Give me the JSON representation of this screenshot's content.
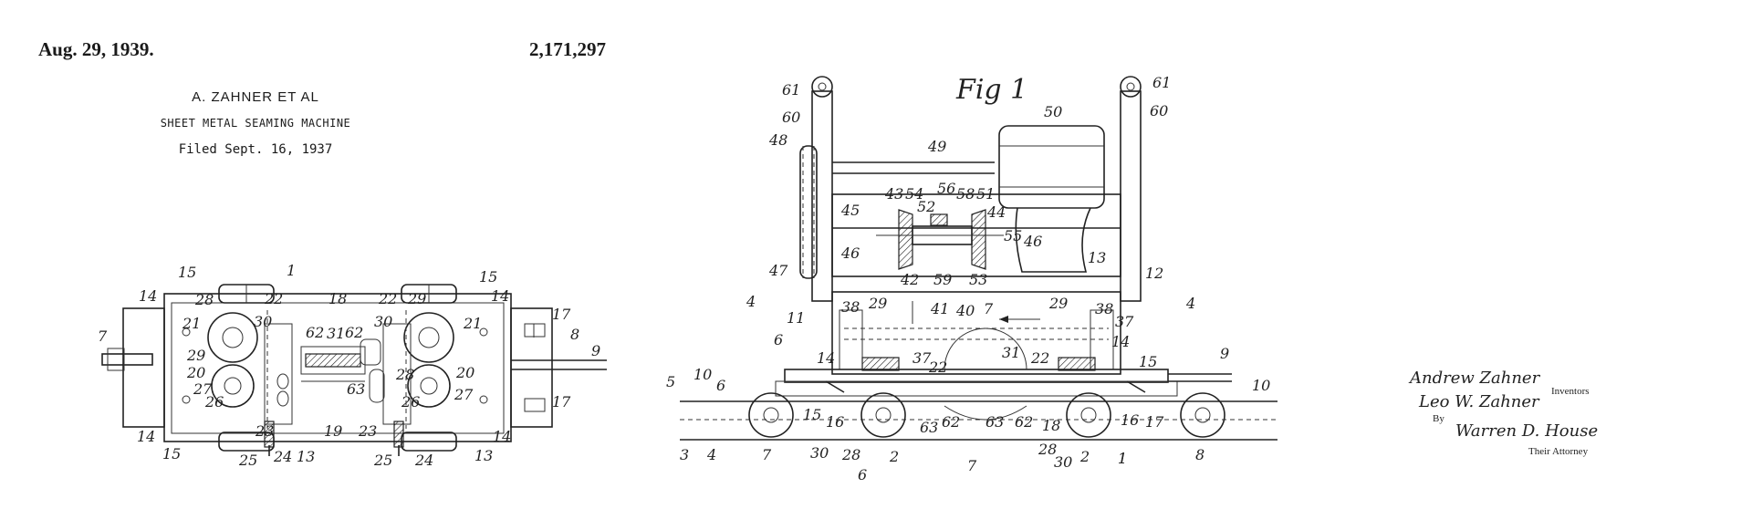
{
  "header": {
    "date": "Aug. 29, 1939.",
    "patent_number": "2,171,297",
    "inventors": "A. ZAHNER ET AL",
    "title": "SHEET METAL SEAMING MACHINE",
    "filed": "Filed Sept. 16, 1937"
  },
  "figure_label": "Fig 1",
  "signatures": {
    "inventor_1": "Andrew Zahner",
    "inventor_2": "Leo W. Zahner",
    "by": "By",
    "attorney_name": "Warren D. House",
    "inventors_caption": "Inventors",
    "attorney_caption": "Their Attorney"
  },
  "plan_refs": [
    "15",
    "1",
    "15",
    "14",
    "14",
    "28",
    "22",
    "18",
    "22",
    "29",
    "21",
    "21",
    "7",
    "29",
    "30",
    "62",
    "31",
    "62",
    "30",
    "8",
    "9",
    "20",
    "27",
    "26",
    "63",
    "28",
    "26",
    "27",
    "20",
    "17",
    "17",
    "14",
    "15",
    "25",
    "24",
    "23",
    "13",
    "19",
    "23",
    "25",
    "24",
    "14",
    "13"
  ],
  "side_refs": [
    "61",
    "61",
    "60",
    "60",
    "48",
    "49",
    "50",
    "54",
    "56",
    "58",
    "51",
    "43",
    "52",
    "44",
    "45",
    "55",
    "46",
    "46",
    "47",
    "42",
    "59",
    "53",
    "13",
    "12",
    "4",
    "4",
    "11",
    "29",
    "41",
    "7",
    "29",
    "38",
    "38",
    "40",
    "37",
    "6",
    "14",
    "37",
    "22",
    "31",
    "22",
    "14",
    "15",
    "9",
    "5",
    "10",
    "6",
    "10",
    "15",
    "16",
    "63",
    "62",
    "63",
    "62",
    "18",
    "16",
    "17",
    "3",
    "4",
    "7",
    "30",
    "28",
    "2",
    "28",
    "30",
    "2",
    "1",
    "8",
    "6",
    "7",
    "1"
  ]
}
